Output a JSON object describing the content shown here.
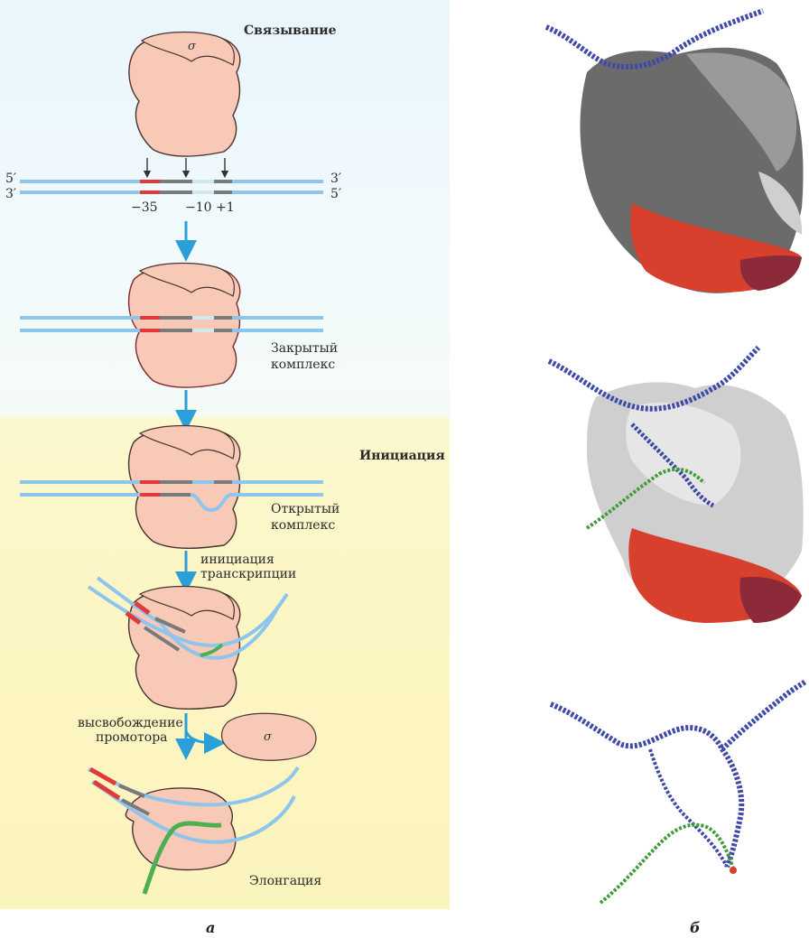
{
  "labels": {
    "binding": "Связывание",
    "sigma_top": "σ",
    "sigma_free": "σ",
    "five_prime_left": "5′",
    "three_prime_left": "3′",
    "three_prime_right": "3′",
    "five_prime_right": "5′",
    "pos_minus35": "−35",
    "pos_minus10_plus1": "−10 +1",
    "closed_line1": "Закрытый",
    "closed_line2": "комплекс",
    "initiation": "Инициация",
    "open_line1": "Открытый",
    "open_line2": "комплекс",
    "init_tx_line1": "инициация",
    "init_tx_line2": "транскрипции",
    "release_line1": "высвобождение",
    "release_line2": "промотора",
    "elongation": "Элонгация",
    "panel_a": "а",
    "panel_b": "б"
  },
  "colors": {
    "dna": "#8ec5ec",
    "promoter_box35": "#e23a3a",
    "promoter_box10": "#7a7a7a",
    "polymerase_fill": "#f8c9b6",
    "polymerase_stroke": "#4a3432",
    "rna": "#4caf50",
    "arrow": "#2a9fd8",
    "protein_dark": "#6b6b6b",
    "protein_light": "#cfcfcf",
    "protein_red": "#d8402e",
    "protein_maroon": "#8c2a3a",
    "dna_3d": "#3f4aa8",
    "rna_3d": "#3f9c3a"
  }
}
